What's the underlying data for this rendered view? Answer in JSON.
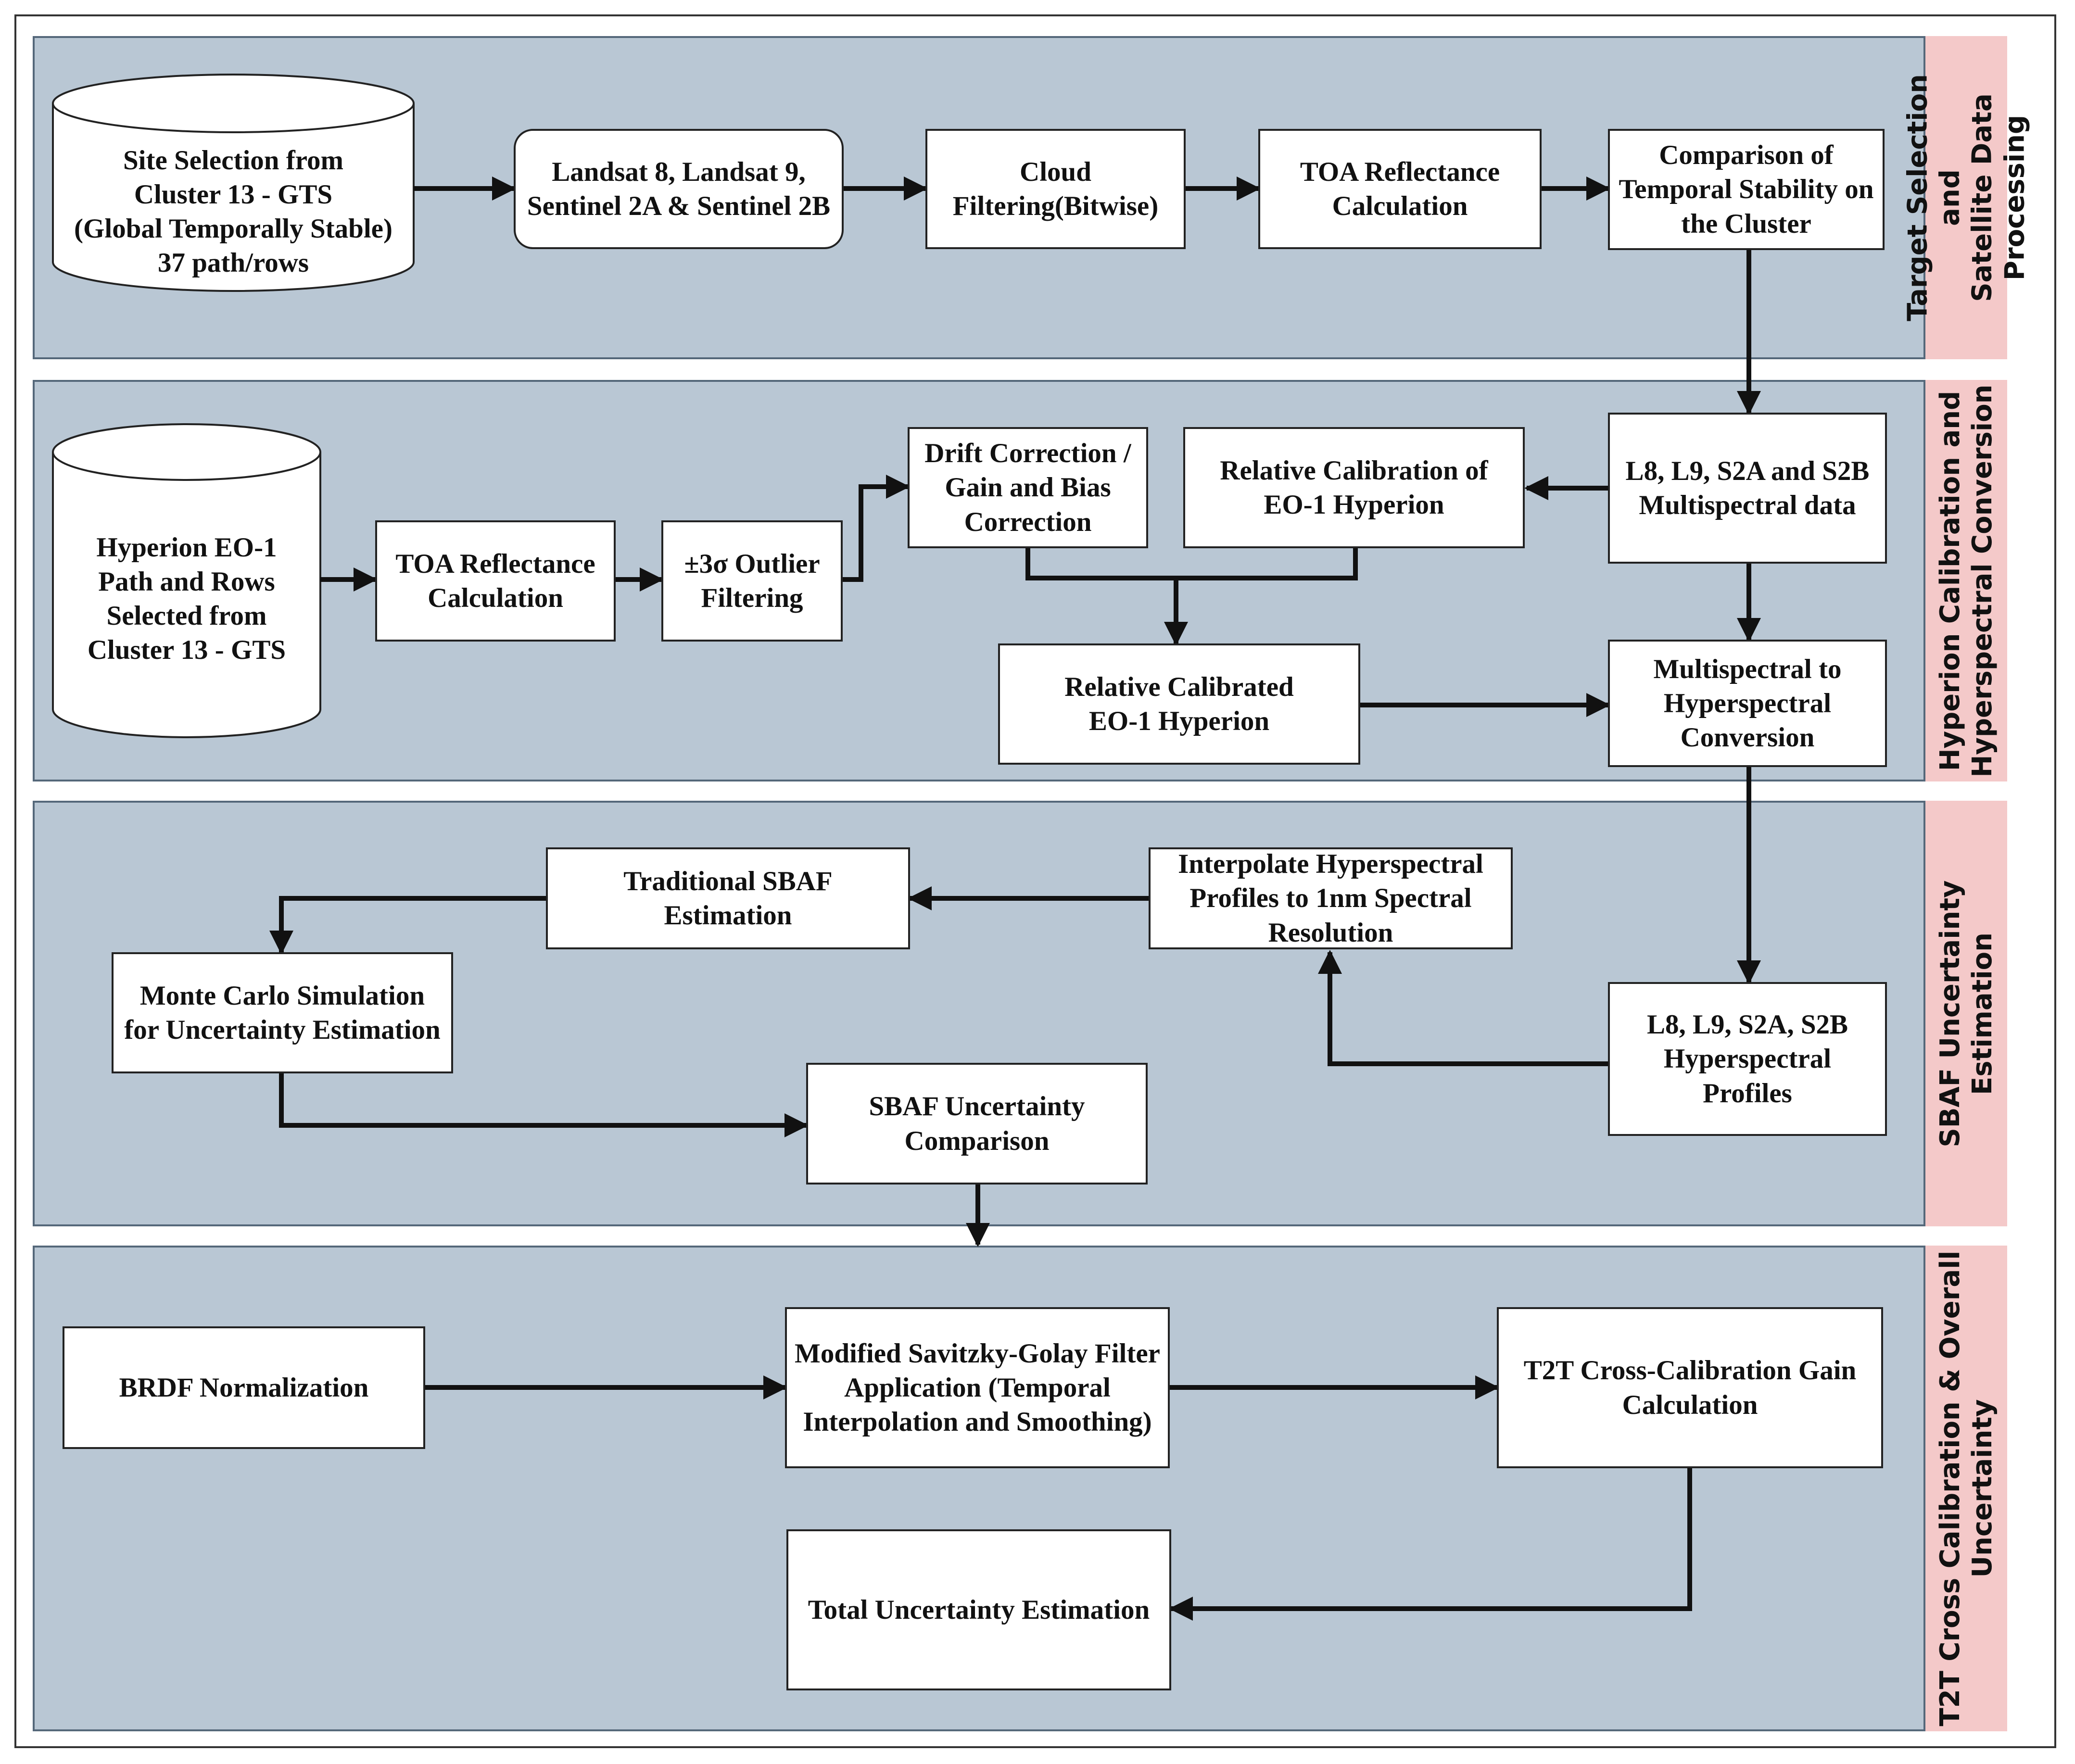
{
  "sections": [
    {
      "id": "s1",
      "label": "Target Selection and\nSatellite Data\nProcessing"
    },
    {
      "id": "s2",
      "label": "Hyperion Calibration and\nHyperspectral Conversion"
    },
    {
      "id": "s3",
      "label": "SBAF Uncertainty Estimation"
    },
    {
      "id": "s4",
      "label": "T2T Cross Calibration & Overall\nUncertainty"
    }
  ],
  "nodes": {
    "site_selection": "Site Selection from\nCluster 13 - GTS\n(Global Temporally Stable)\n37 path/rows",
    "landsat_sentinel": "Landsat 8, Landsat 9,\nSentinel 2A & Sentinel 2B",
    "cloud_filtering": "Cloud\nFiltering(Bitwise)",
    "toa_reflectance_1": "TOA Reflectance\nCalculation",
    "temporal_stability": "Comparison of\nTemporal Stability on\nthe Cluster",
    "hyperion_eo1": "Hyperion EO-1\nPath and Rows\nSelected from\nCluster 13 - GTS",
    "toa_reflectance_2": "TOA Reflectance\nCalculation",
    "outlier_filtering": "±3σ Outlier\nFiltering",
    "drift_correction": "Drift Correction /\nGain and Bias\nCorrection",
    "relative_calibration": "Relative Calibration of\nEO-1 Hyperion",
    "multispectral_data": "L8, L9, S2A and S2B\nMultispectral data",
    "relative_calibrated": "Relative Calibrated\nEO-1 Hyperion",
    "ms_to_hs": "Multispectral to\nHyperspectral\nConversion",
    "traditional_sbaf": "Traditional SBAF\nEstimation",
    "interpolate_profiles": "Interpolate Hyperspectral\nProfiles to 1nm Spectral\nResolution",
    "monte_carlo": "Monte Carlo Simulation\nfor Uncertainty Estimation",
    "hs_profiles": "L8, L9, S2A, S2B\nHyperspectral\nProfiles",
    "sbaf_comparison": "SBAF Uncertainty\nComparison",
    "brdf": "BRDF Normalization",
    "savitzky_golay": "Modified Savitzky-Golay Filter\nApplication (Temporal\nInterpolation and Smoothing)",
    "t2t_gain": "T2T Cross-Calibration Gain\nCalculation",
    "total_uncertainty": "Total Uncertainty Estimation"
  },
  "colors": {
    "panel_fill": "#b9c7d4",
    "panel_border": "#55687a",
    "sidebar_fill": "#f4c9c9",
    "box_fill": "#ffffff",
    "arrow": "#111111"
  }
}
